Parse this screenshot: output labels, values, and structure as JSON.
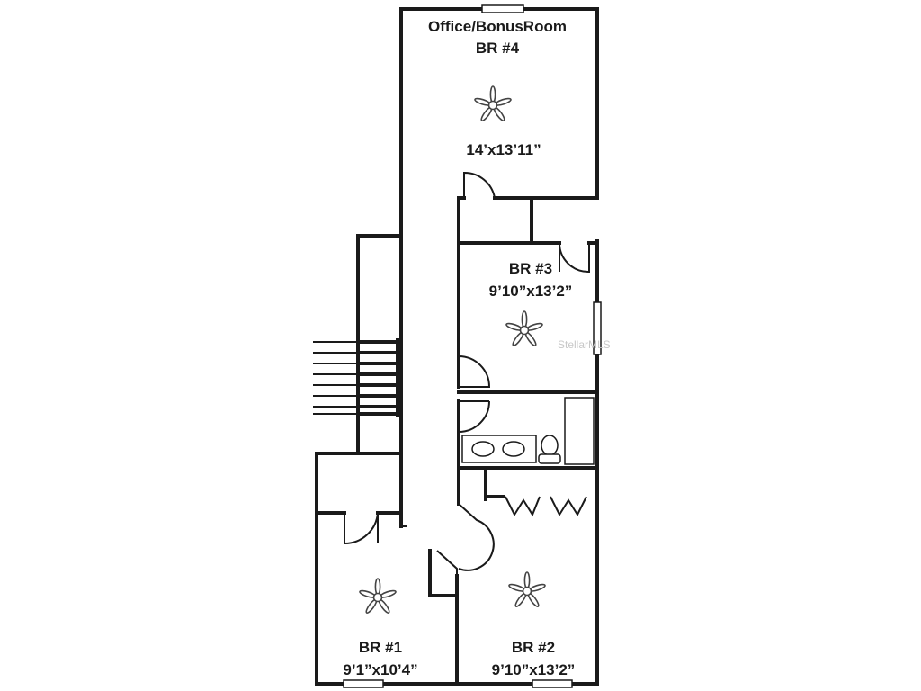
{
  "rooms": {
    "br4": {
      "name_line1": "Office/BonusRoom",
      "name_line2": "BR #4",
      "size": "14’x13’11”"
    },
    "br3": {
      "name": "BR #3",
      "size": "9’10”x13’2”"
    },
    "br1": {
      "name": "BR #1",
      "size": "9’1”x10’4”"
    },
    "br2": {
      "name": "BR #2",
      "size": "9’10”x13’2”"
    }
  },
  "watermark": "StellarMLS",
  "icons": {
    "fan": "ceiling-fan-icon",
    "toilet": "toilet-icon",
    "sink": "sink-icon",
    "tub": "bathtub-icon",
    "stairs": "stairs-icon"
  }
}
